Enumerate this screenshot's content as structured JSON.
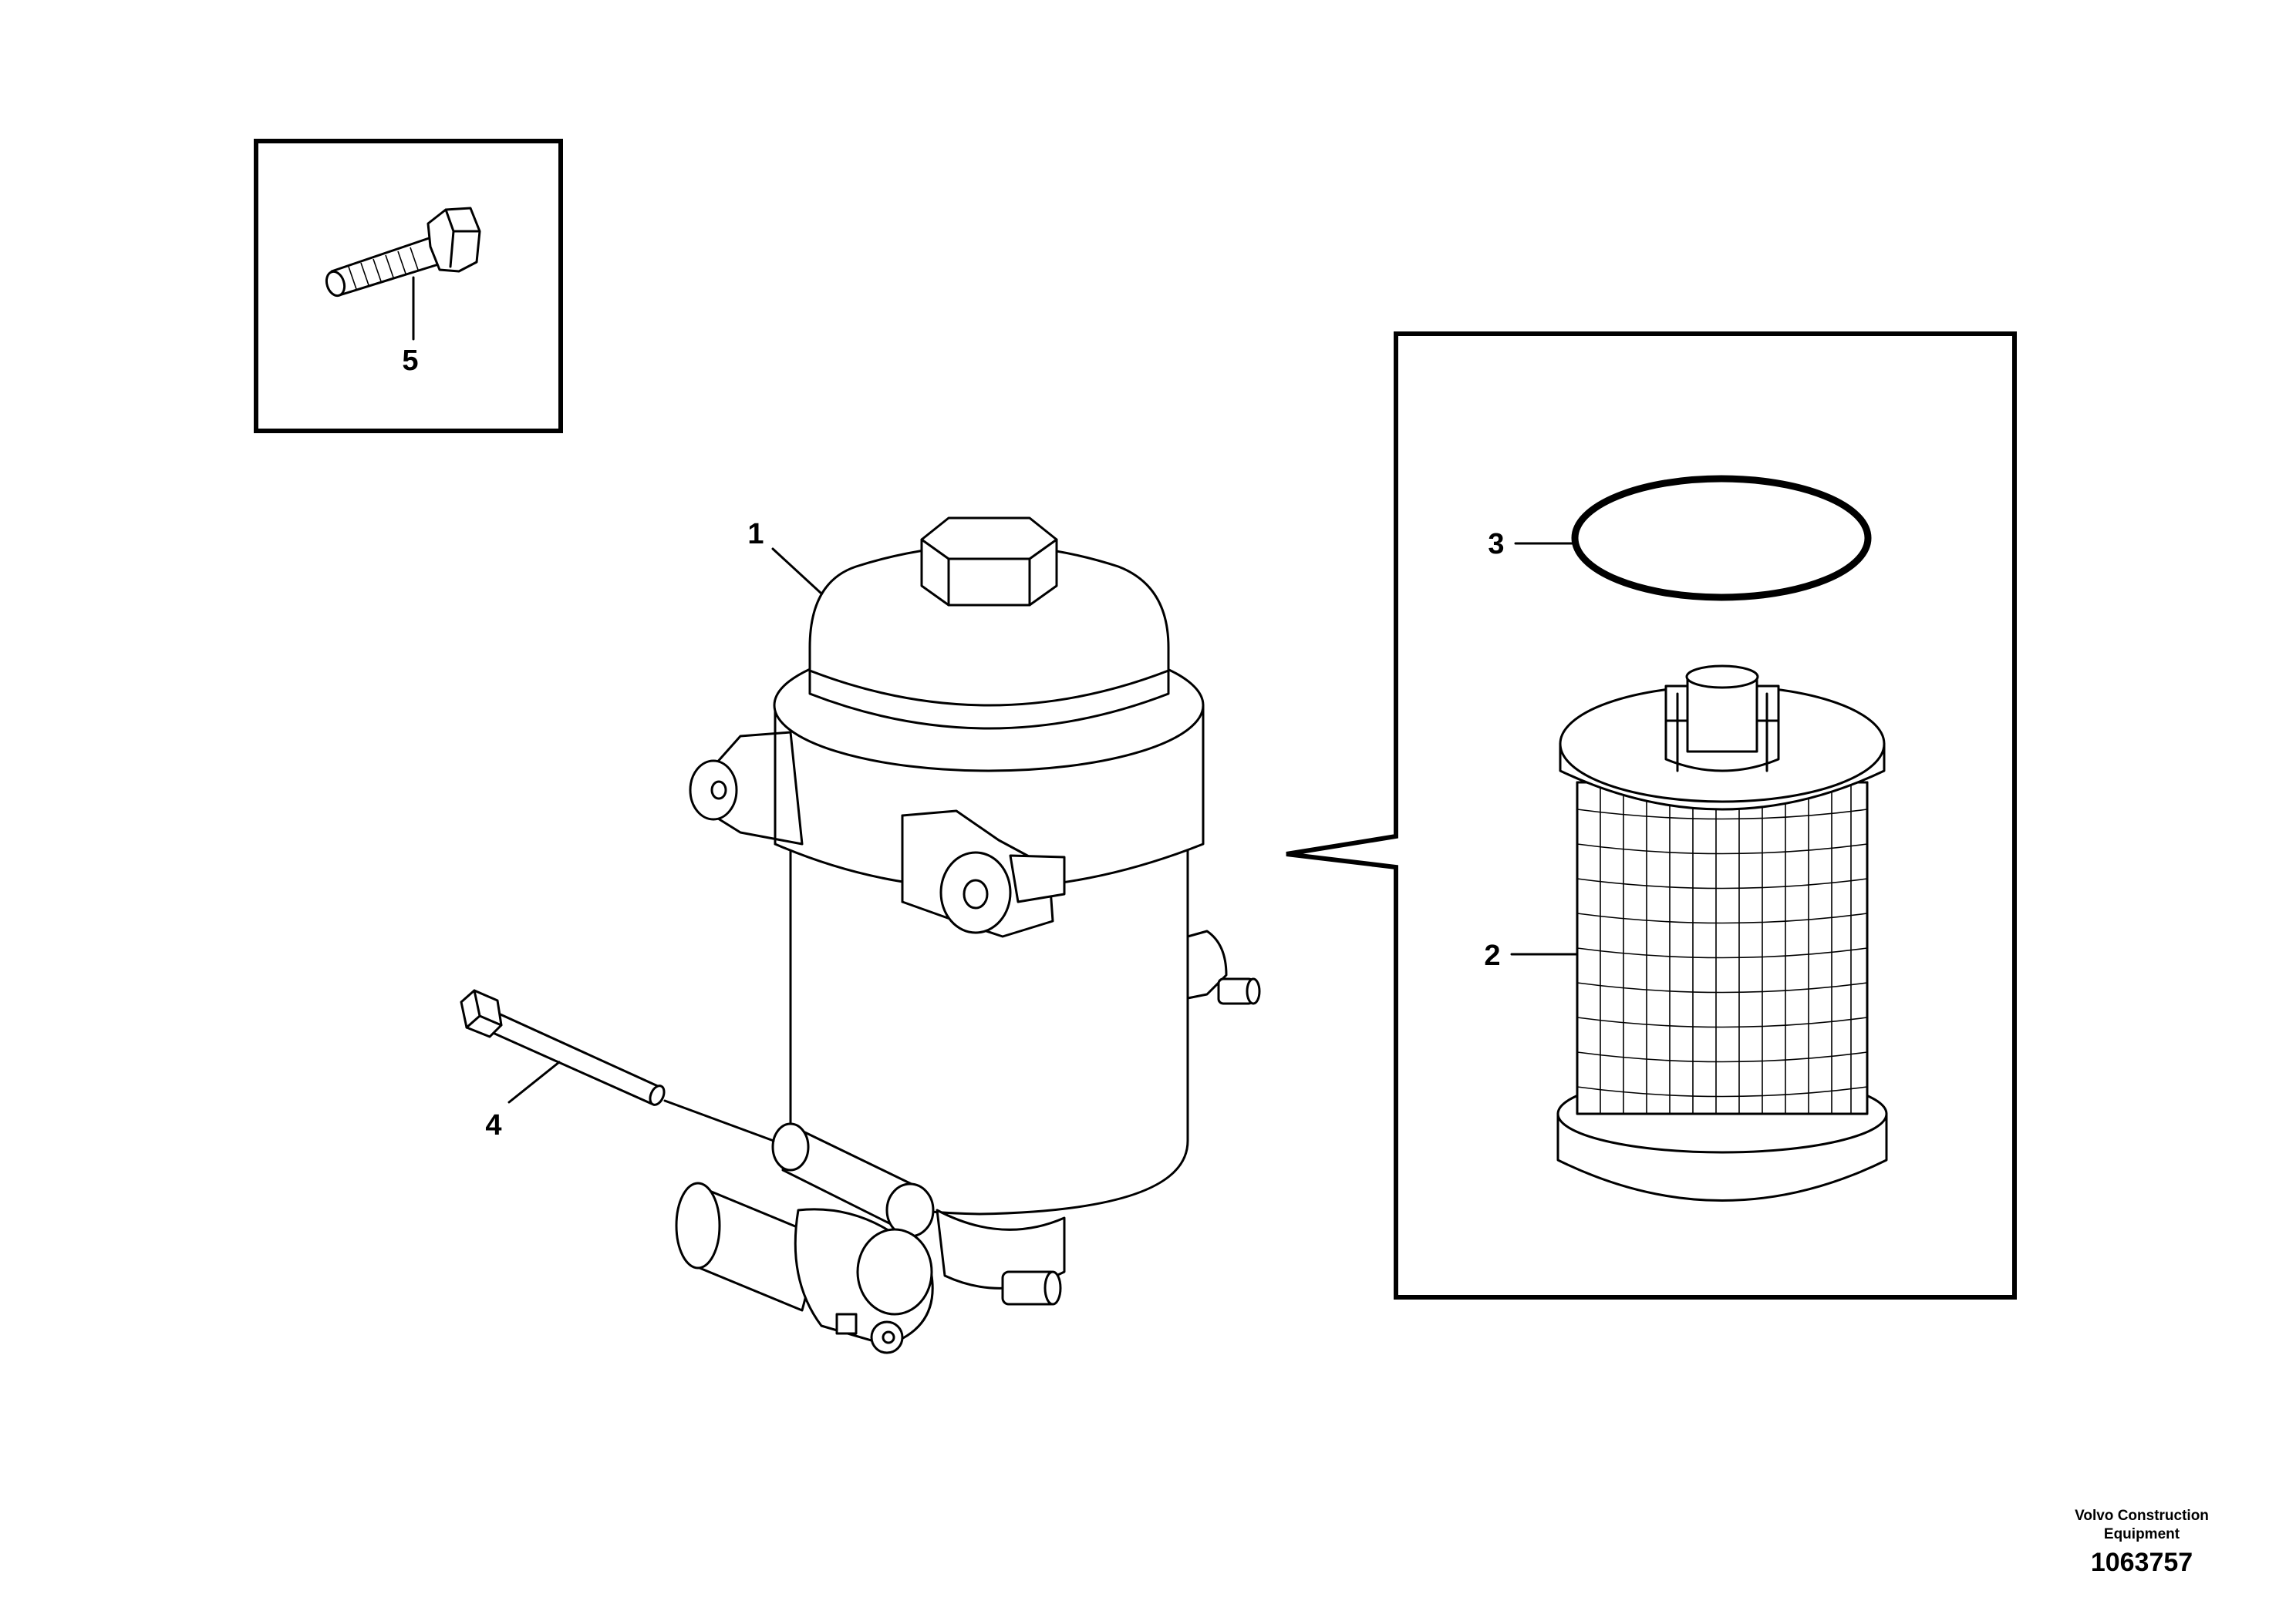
{
  "callouts": {
    "c1": "1",
    "c2": "2",
    "c3": "3",
    "c4": "4",
    "c5": "5"
  },
  "credit": {
    "brand": "Volvo Construction Equipment",
    "number": "1063757"
  },
  "colors": {
    "line": "#000000",
    "background": "#ffffff"
  }
}
